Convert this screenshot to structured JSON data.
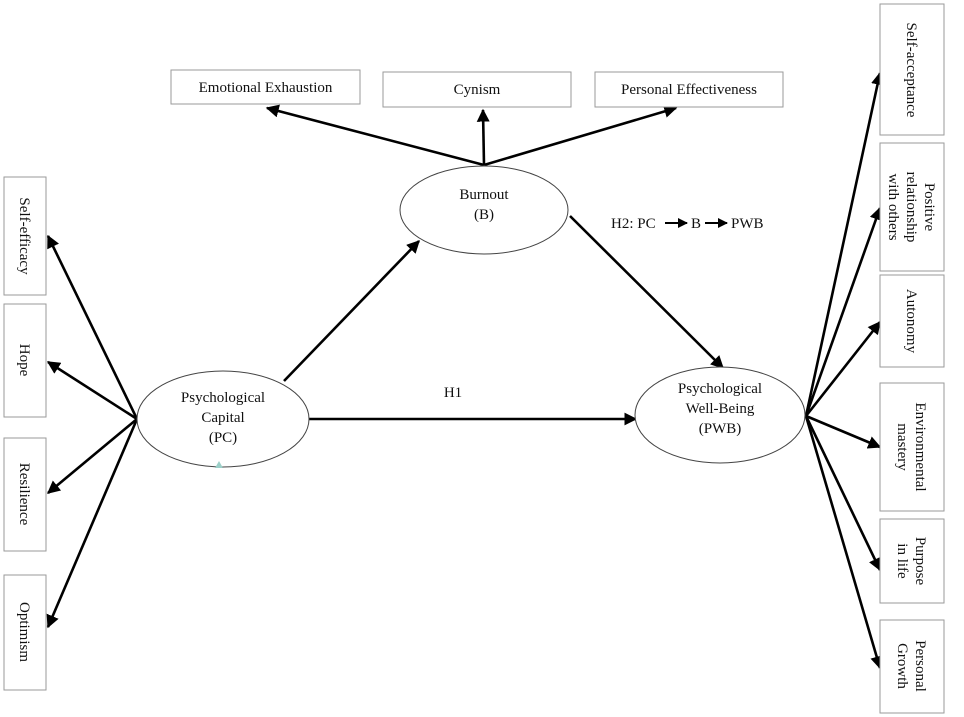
{
  "burnout_dimensions": {
    "emotional_exhaustion": "Emotional Exhaustion",
    "cynism": "Cynism",
    "personal_effectiveness": "Personal Effectiveness"
  },
  "constructs": {
    "burnout": {
      "line1": "Burnout",
      "line2": "(B)"
    },
    "psychological_capital": {
      "line1": "Psychological",
      "line2": "Capital",
      "line3": "(PC)"
    },
    "psychological_well_being": {
      "line1": "Psychological",
      "line2": "Well-Being",
      "line3": "(PWB)"
    }
  },
  "pc_dimensions": {
    "self_efficacy": "Self-efficacy",
    "hope": "Hope",
    "resilience": "Resilience",
    "optimism": "Optimism"
  },
  "pwb_dimensions": {
    "self_acceptance": "Self-acceptance",
    "positive_relationship": {
      "line1": "Positive",
      "line2": "relationship",
      "line3": "with others"
    },
    "autonomy": "Autonomy",
    "environmental_mastery": {
      "line1": "Environmental",
      "line2": "mastery"
    },
    "purpose_in_life": {
      "line1": "Purpose",
      "line2": "in life"
    },
    "personal_growth": {
      "line1": "Personal",
      "line2": "Growth"
    }
  },
  "hypotheses": {
    "h1": "H1",
    "h2": {
      "prefix": "H2: PC",
      "mid": "B",
      "end": "PWB"
    }
  }
}
